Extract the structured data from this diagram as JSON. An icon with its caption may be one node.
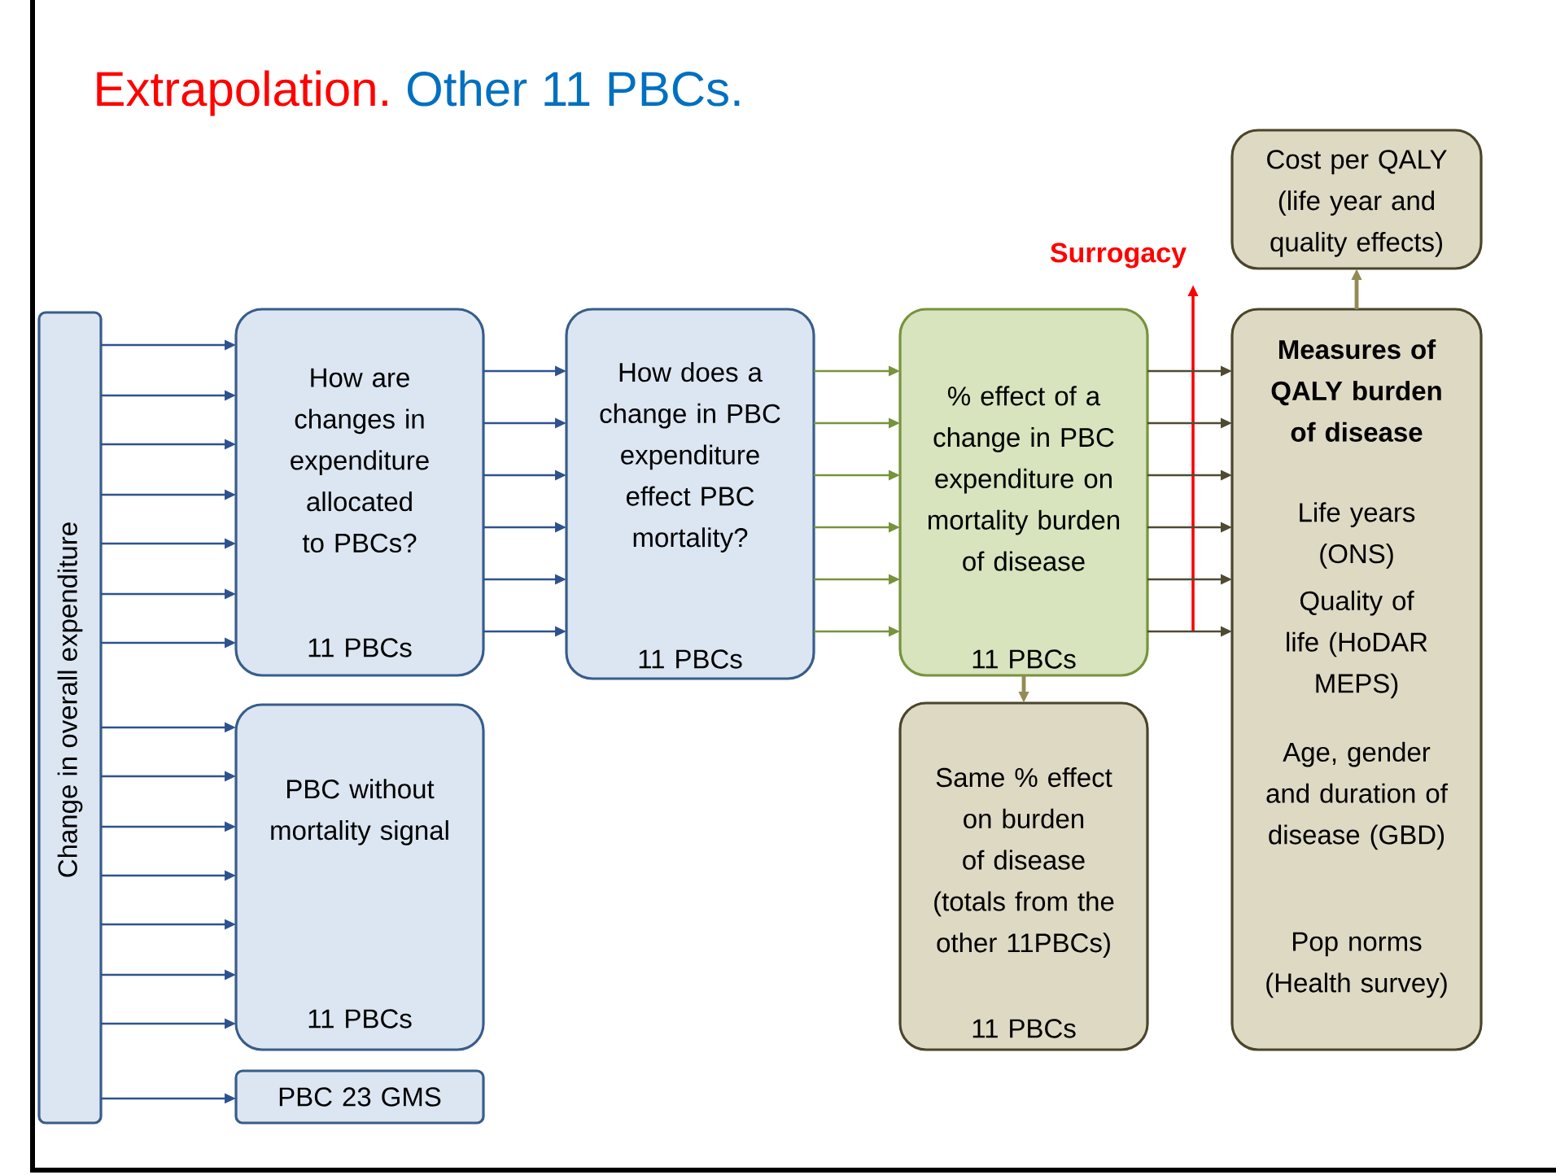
{
  "diagram": {
    "title": "Extrapolation.",
    "nodes": [
      {
        "text": [
          "Change in overall expenditure"
        ]
      },
      {
        "text": [
          "How are changes in expenditure allocated to PBCs?",
          "11 PBCs"
        ]
      },
      {
        "text": [
          "PBC without mortality signal",
          "11 PBCs"
        ]
      },
      {
        "text": [
          "PBC 23 GMS"
        ]
      },
      {
        "text": [
          "How does a change in PBC expenditure effect PBC mortality?",
          "11 PBCs"
        ]
      },
      {
        "text": [
          "% effect of a change in PBC expenditure on mortality burden of disease",
          "11 PBCs"
        ]
      },
      {
        "text": [
          "Same % effect on burden of disease (totals from the other 11PBCs)",
          "11 PBCs"
        ]
      },
      {
        "text": [
          "Cost per QALY (life year and quality effects)"
        ]
      },
      {
        "text": [
          "Measures of QALY burden of disease",
          "Life years (ONS)",
          "Quality of life (HoDAR MEPS)",
          "Age, gender and duration of disease (GBD)",
          "Pop norms (Health survey)"
        ]
      }
    ],
    "edges": [
      {
        "from": 0,
        "to": 1,
        "arrow": "to"
      },
      {
        "from": 0,
        "to": 1,
        "arrow": "to"
      },
      {
        "from": 0,
        "to": 1,
        "arrow": "to"
      },
      {
        "from": 0,
        "to": 1,
        "arrow": "to"
      },
      {
        "from": 0,
        "to": 1,
        "arrow": "to"
      },
      {
        "from": 0,
        "to": 1,
        "arrow": "to"
      },
      {
        "from": 0,
        "to": 1,
        "arrow": "to"
      },
      {
        "from": 0,
        "to": 2,
        "arrow": "to"
      },
      {
        "from": 0,
        "to": 2,
        "arrow": "to"
      },
      {
        "from": 0,
        "to": 2,
        "arrow": "to"
      },
      {
        "from": 0,
        "to": 2,
        "arrow": "to"
      },
      {
        "from": 0,
        "to": 2,
        "arrow": "to"
      },
      {
        "from": 0,
        "to": 2,
        "arrow": "to"
      },
      {
        "from": 0,
        "to": 2,
        "arrow": "to"
      },
      {
        "from": 0,
        "to": 3,
        "arrow": "to"
      },
      {
        "from": 1,
        "to": 4,
        "arrow": "to"
      },
      {
        "from": 1,
        "to": 4,
        "arrow": "to"
      },
      {
        "from": 1,
        "to": 4,
        "arrow": "to"
      },
      {
        "from": 1,
        "to": 4,
        "arrow": "to"
      },
      {
        "from": 1,
        "to": 4,
        "arrow": "to"
      },
      {
        "from": 1,
        "to": 4,
        "arrow": "to"
      },
      {
        "from": 4,
        "to": 5,
        "arrow": "to",
        "color": "#77933c"
      },
      {
        "from": 4,
        "to": 5,
        "arrow": "to",
        "color": "#77933c"
      },
      {
        "from": 4,
        "to": 5,
        "arrow": "to",
        "color": "#77933c"
      },
      {
        "from": 4,
        "to": 5,
        "arrow": "to",
        "color": "#77933c"
      },
      {
        "from": 4,
        "to": 5,
        "arrow": "to",
        "color": "#77933c"
      },
      {
        "from": 4,
        "to": 5,
        "arrow": "to",
        "color": "#77933c"
      },
      {
        "from": 5,
        "to": 8,
        "arrow": "to",
        "color": "#4f4a32"
      },
      {
        "from": 5,
        "to": 8,
        "arrow": "to",
        "color": "#4f4a32"
      },
      {
        "from": 5,
        "to": 8,
        "arrow": "to",
        "color": "#4f4a32"
      },
      {
        "from": 5,
        "to": 8,
        "arrow": "to",
        "color": "#4f4a32"
      },
      {
        "from": 5,
        "to": 8,
        "arrow": "to",
        "color": "#4f4a32"
      },
      {
        "from": 5,
        "to": 8,
        "arrow": "to",
        "color": "#4f4a32"
      },
      {
        "from": 5,
        "to": 6,
        "arrow": "to",
        "color": "#948a54"
      },
      {
        "from": 8,
        "to": 7,
        "arrow": "to",
        "color": "#948a54"
      }
    ],
    "labels": [
      "Other 11 PBCs.",
      "Surrogacy"
    ]
  }
}
